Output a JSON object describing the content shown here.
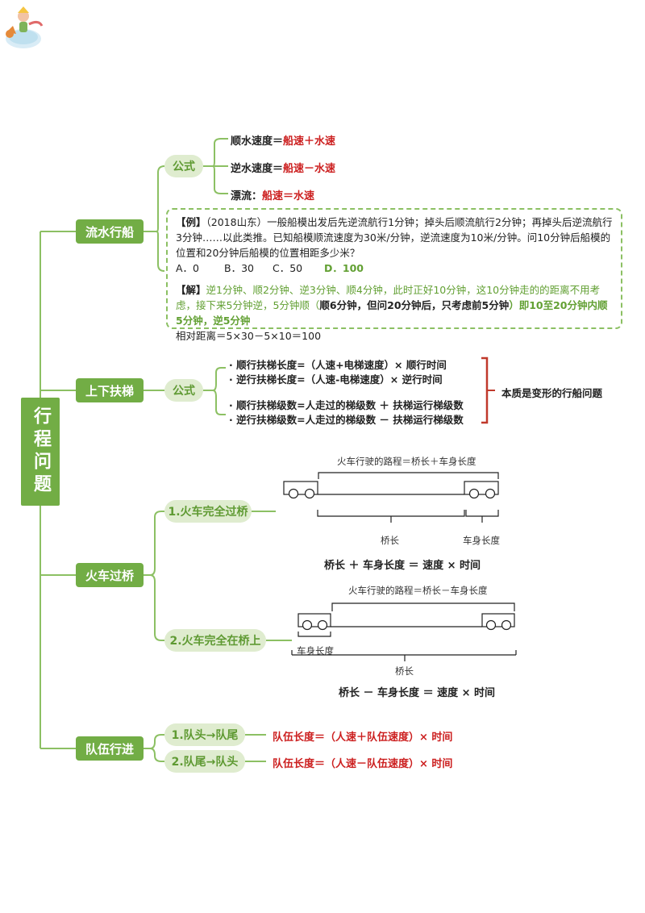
{
  "root": {
    "title": "行程问题"
  },
  "colors": {
    "main_green": "#72ad45",
    "light_green": "#dfeccf",
    "accent_red": "#cc1f1f",
    "answer_green": "#62a033",
    "bracket_red": "#c0392b"
  },
  "logo": {
    "icon": "little-prince-fox-logo"
  },
  "branches": {
    "boat": {
      "label": "流水行船",
      "formula_node": "公式",
      "formulas": [
        {
          "prefix": "顺水速度＝",
          "expr": "船速＋水速"
        },
        {
          "prefix": "逆水速度＝",
          "expr": "船速－水速"
        },
        {
          "prefix": "漂流：",
          "expr": "船速＝水速"
        }
      ],
      "example": {
        "tag": "【例】",
        "question": "（2018山东）一般船模出发后先逆流航行1分钟；掉头后顺流航行2分钟；再掉头后逆流航行3分钟……以此类推。已知船模顺流速度为30米/分钟，逆流速度为10米/分钟。问10分钟后船模的位置和20分钟后船模的位置相距多少米？",
        "options": [
          "A．0",
          "B．30",
          "C．50"
        ],
        "answer": "D．100",
        "solution_tag": "【解】",
        "solution_part1": "逆1分钟、顺2分钟、逆3分钟、顺4分钟，此时正好10分钟，这10分钟走的的距离不用考虑，接下来5分钟逆，5分钟顺（",
        "solution_bold": "顺6分钟，但问20分钟后，只考虑前5分钟",
        "solution_part2": "）即10至20分钟内顺5分钟，逆5分钟",
        "solution_line3": "相对距离＝5×30－5×10＝100"
      }
    },
    "escalator": {
      "label": "上下扶梯",
      "formula_node": "公式",
      "formulas": [
        "· 顺行扶梯长度=（人速+电梯速度）× 顺行时间",
        "· 逆行扶梯长度=（人速-电梯速度）× 逆行时间",
        "· 顺行扶梯级数=人走过的梯级数 ＋ 扶梯运行梯级数",
        "· 逆行扶梯级数=人走过的梯级数 － 扶梯运行梯级数"
      ],
      "essence": "本质是变形的行船问题"
    },
    "train": {
      "label": "火车过桥",
      "case1": {
        "label": "1.火车完全过桥",
        "top_caption": "火车行驶的路程＝桥长＋车身长度",
        "bridge_label": "桥长",
        "body_label": "车身长度",
        "formula": "桥长 ＋ 车身长度 ＝ 速度 × 时间"
      },
      "case2": {
        "label": "2.火车完全在桥上",
        "top_caption": "火车行驶的路程＝桥长－车身长度",
        "body_label": "车身长度",
        "bridge_label": "桥长",
        "formula": "桥长 － 车身长度 ＝ 速度 × 时间"
      }
    },
    "queue": {
      "label": "队伍行进",
      "cases": [
        {
          "label": "1.队头→队尾",
          "formula": "队伍长度＝（人速＋队伍速度）× 时间"
        },
        {
          "label": "2.队尾→队头",
          "formula": "队伍长度＝（人速－队伍速度）× 时间"
        }
      ]
    }
  }
}
